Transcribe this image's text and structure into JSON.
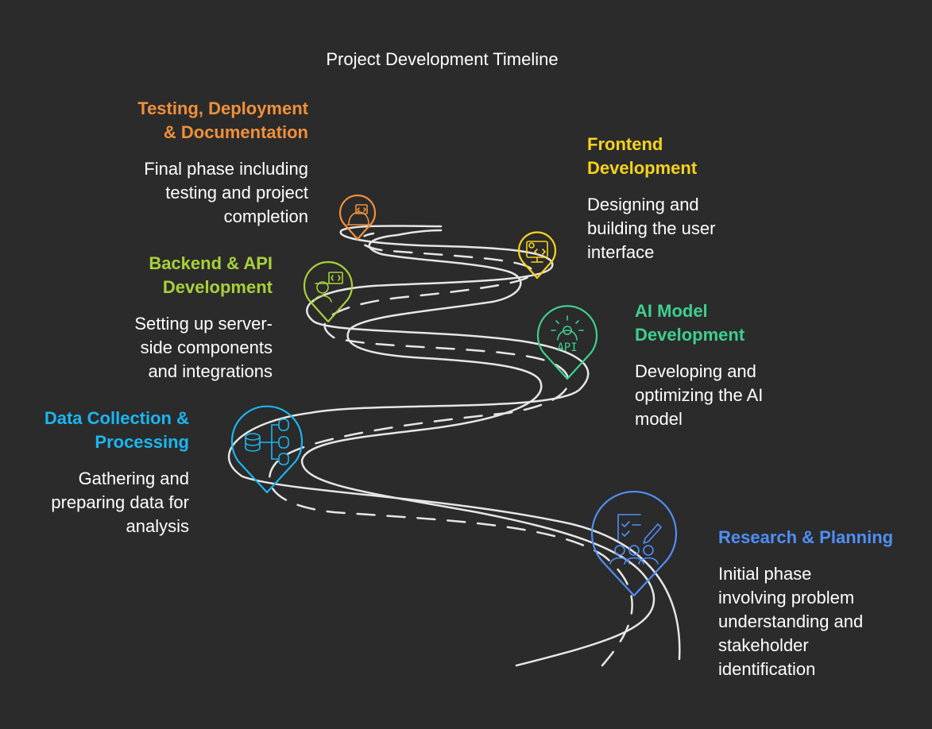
{
  "title": "Project Development Timeline",
  "colors": {
    "background": "#2b2b2b",
    "road": "#e6e6e6",
    "testing": "#f0903a",
    "frontend": "#f5d31c",
    "backend": "#a8d13a",
    "ai_model": "#3ecf8e",
    "data": "#1ab6f0",
    "research": "#4f8ff5"
  },
  "stages": {
    "testing": {
      "heading": "Testing, Deployment\n& Documentation",
      "description": "Final phase including\ntesting and project\ncompletion",
      "icon": "engineer-code-icon"
    },
    "frontend": {
      "heading": "Frontend\nDevelopment",
      "description": "Designing and\nbuilding the user\ninterface",
      "icon": "monitor-code-icon"
    },
    "backend": {
      "heading": "Backend & API\nDevelopment",
      "description": "Setting up server-\nside components\nand integrations",
      "icon": "developer-code-icon"
    },
    "ai_model": {
      "heading": "AI Model\nDevelopment",
      "description": "Developing and\noptimizing the AI\nmodel",
      "icon": "gear-api-icon",
      "icon_text": "API"
    },
    "data": {
      "heading": "Data Collection &\nProcessing",
      "description": "Gathering and\npreparing data for\nanalysis",
      "icon": "database-flow-icon"
    },
    "research": {
      "heading": "Research & Planning",
      "description": "Initial phase\ninvolving problem\nunderstanding and\nstakeholder\nidentification",
      "icon": "checklist-team-icon"
    }
  }
}
